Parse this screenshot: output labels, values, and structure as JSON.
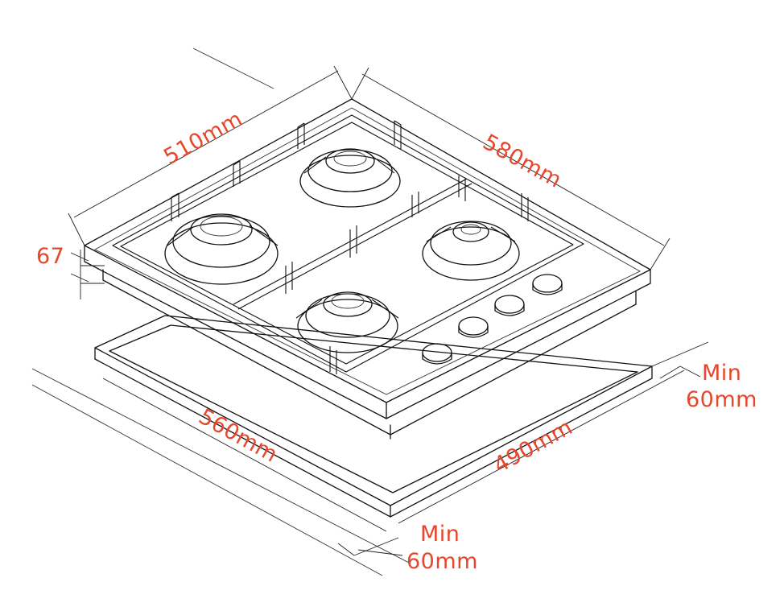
{
  "diagram": {
    "label_color": "#e8462a",
    "labels": {
      "depth_top": "510mm",
      "width_top": "580mm",
      "height_side": "67",
      "cutout_depth": "560mm",
      "cutout_width": "490mm",
      "clearance_right_1": "Min",
      "clearance_right_2": "60mm",
      "clearance_front_1": "Min",
      "clearance_front_2": "60mm"
    }
  }
}
